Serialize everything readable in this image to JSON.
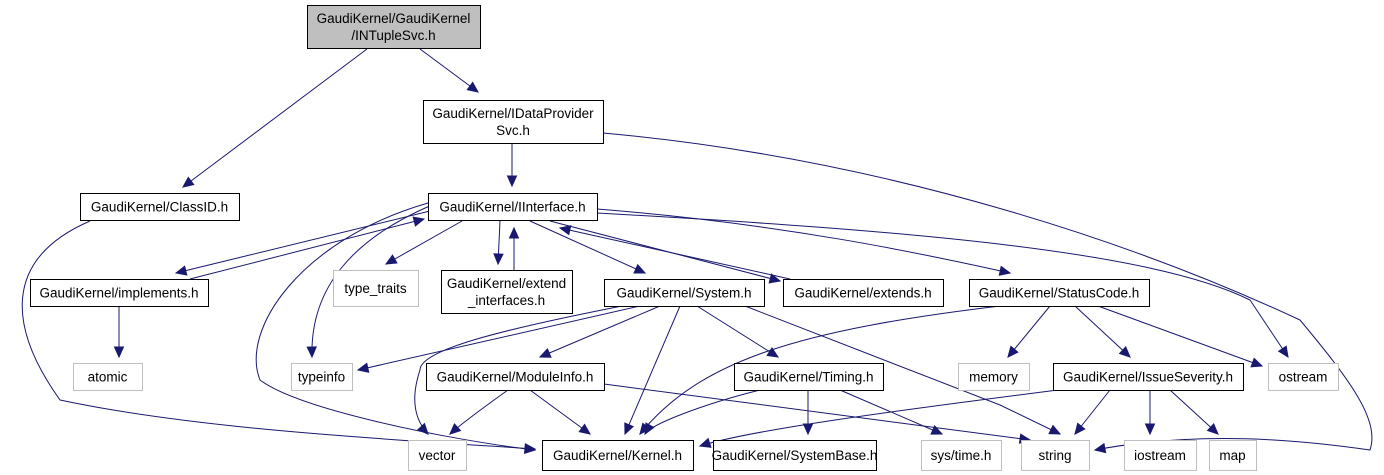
{
  "diagram": {
    "title": "Include dependency graph for GaudiKernel/INTupleSvc.h",
    "colors": {
      "edge": "#191970",
      "root_fill": "#bfbfbf",
      "external_border": "#bfbfbf",
      "local_border": "#000000"
    },
    "nodes": [
      {
        "id": "intuplesvc",
        "kind": "root",
        "lines": [
          "GaudiKernel/GaudiKernel",
          "/INTupleSvc.h"
        ]
      },
      {
        "id": "idataprovidersvc",
        "kind": "local",
        "lines": [
          "GaudiKernel/IDataProvider",
          "Svc.h"
        ]
      },
      {
        "id": "classid",
        "kind": "local",
        "lines": [
          "GaudiKernel/ClassID.h"
        ]
      },
      {
        "id": "iinterface",
        "kind": "local",
        "lines": [
          "GaudiKernel/IInterface.h"
        ]
      },
      {
        "id": "implements",
        "kind": "local",
        "lines": [
          "GaudiKernel/implements.h"
        ]
      },
      {
        "id": "type_traits",
        "kind": "external",
        "lines": [
          "type_traits"
        ]
      },
      {
        "id": "extend_interfaces",
        "kind": "local",
        "lines": [
          "GaudiKernel/extend",
          "_interfaces.h"
        ]
      },
      {
        "id": "system",
        "kind": "local",
        "lines": [
          "GaudiKernel/System.h"
        ]
      },
      {
        "id": "extends",
        "kind": "local",
        "lines": [
          "GaudiKernel/extends.h"
        ]
      },
      {
        "id": "statuscode",
        "kind": "local",
        "lines": [
          "GaudiKernel/StatusCode.h"
        ]
      },
      {
        "id": "atomic",
        "kind": "external",
        "lines": [
          "atomic"
        ]
      },
      {
        "id": "typeinfo",
        "kind": "external",
        "lines": [
          "typeinfo"
        ]
      },
      {
        "id": "moduleinfo",
        "kind": "local",
        "lines": [
          "GaudiKernel/ModuleInfo.h"
        ]
      },
      {
        "id": "timing",
        "kind": "local",
        "lines": [
          "GaudiKernel/Timing.h"
        ]
      },
      {
        "id": "memory",
        "kind": "external",
        "lines": [
          "memory"
        ]
      },
      {
        "id": "issueseverity",
        "kind": "local",
        "lines": [
          "GaudiKernel/IssueSeverity.h"
        ]
      },
      {
        "id": "ostream",
        "kind": "external",
        "lines": [
          "ostream"
        ]
      },
      {
        "id": "vector",
        "kind": "external",
        "lines": [
          "vector"
        ]
      },
      {
        "id": "kernel",
        "kind": "local",
        "lines": [
          "GaudiKernel/Kernel.h"
        ]
      },
      {
        "id": "systembase",
        "kind": "local",
        "lines": [
          "GaudiKernel/SystemBase.h"
        ]
      },
      {
        "id": "systime",
        "kind": "external",
        "lines": [
          "sys/time.h"
        ]
      },
      {
        "id": "string",
        "kind": "external",
        "lines": [
          "string"
        ]
      },
      {
        "id": "iostream",
        "kind": "external",
        "lines": [
          "iostream"
        ]
      },
      {
        "id": "map",
        "kind": "external",
        "lines": [
          "map"
        ]
      }
    ],
    "edges": [
      {
        "from": "intuplesvc",
        "to": "idataprovidersvc"
      },
      {
        "from": "intuplesvc",
        "to": "classid"
      },
      {
        "from": "idataprovidersvc",
        "to": "iinterface"
      },
      {
        "from": "idataprovidersvc",
        "to": "string"
      },
      {
        "from": "classid",
        "to": "kernel"
      },
      {
        "from": "iinterface",
        "to": "implements"
      },
      {
        "from": "iinterface",
        "to": "type_traits"
      },
      {
        "from": "iinterface",
        "to": "extend_interfaces"
      },
      {
        "from": "iinterface",
        "to": "system"
      },
      {
        "from": "iinterface",
        "to": "extends"
      },
      {
        "from": "iinterface",
        "to": "statuscode"
      },
      {
        "from": "iinterface",
        "to": "typeinfo"
      },
      {
        "from": "iinterface",
        "to": "kernel"
      },
      {
        "from": "iinterface",
        "to": "ostream"
      },
      {
        "from": "implements",
        "to": "iinterface"
      },
      {
        "from": "implements",
        "to": "atomic"
      },
      {
        "from": "extend_interfaces",
        "to": "iinterface"
      },
      {
        "from": "extends",
        "to": "iinterface"
      },
      {
        "from": "system",
        "to": "typeinfo"
      },
      {
        "from": "system",
        "to": "moduleinfo"
      },
      {
        "from": "system",
        "to": "timing"
      },
      {
        "from": "system",
        "to": "kernel"
      },
      {
        "from": "system",
        "to": "vector"
      },
      {
        "from": "system",
        "to": "string"
      },
      {
        "from": "statuscode",
        "to": "kernel"
      },
      {
        "from": "statuscode",
        "to": "memory"
      },
      {
        "from": "statuscode",
        "to": "issueseverity"
      },
      {
        "from": "statuscode",
        "to": "ostream"
      },
      {
        "from": "moduleinfo",
        "to": "kernel"
      },
      {
        "from": "moduleinfo",
        "to": "vector"
      },
      {
        "from": "moduleinfo",
        "to": "string"
      },
      {
        "from": "timing",
        "to": "kernel"
      },
      {
        "from": "timing",
        "to": "systembase"
      },
      {
        "from": "timing",
        "to": "systime"
      },
      {
        "from": "issueseverity",
        "to": "kernel"
      },
      {
        "from": "issueseverity",
        "to": "string"
      },
      {
        "from": "issueseverity",
        "to": "iostream"
      },
      {
        "from": "issueseverity",
        "to": "map"
      }
    ]
  }
}
